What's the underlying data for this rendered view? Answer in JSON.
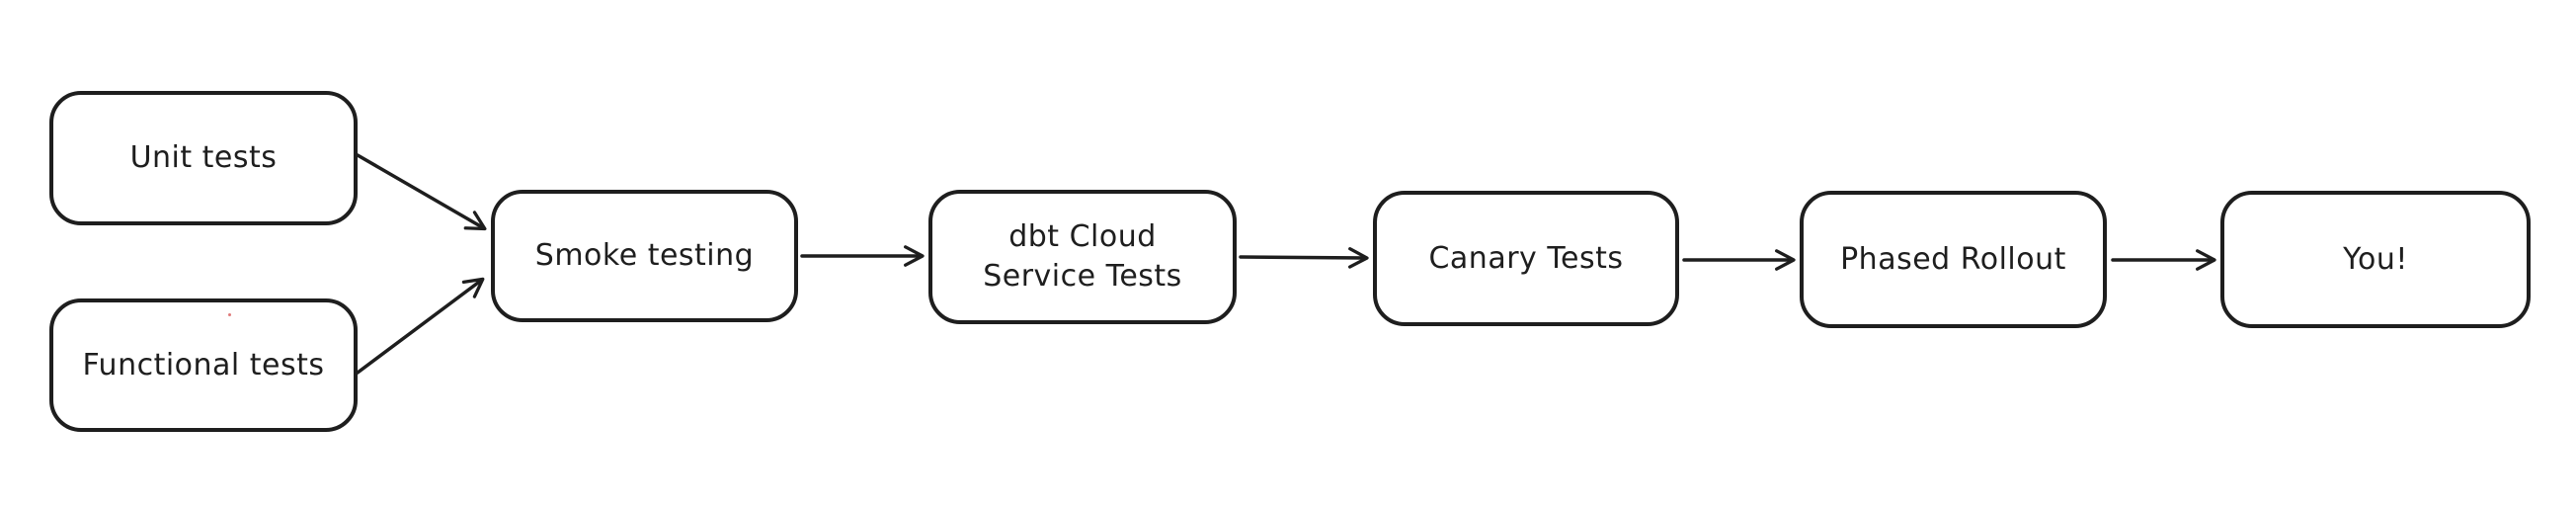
{
  "diagram": {
    "type": "flowchart",
    "background_color": "#ffffff",
    "stroke_color": "#1e1e1e",
    "nodes": [
      {
        "id": "unit-tests",
        "label": "Unit tests"
      },
      {
        "id": "functional-tests",
        "label": "Functional tests"
      },
      {
        "id": "smoke-testing",
        "label": "Smoke testing"
      },
      {
        "id": "dbt-cloud-service-tests",
        "label": "dbt Cloud\nService Tests"
      },
      {
        "id": "canary-tests",
        "label": "Canary Tests"
      },
      {
        "id": "phased-rollout",
        "label": "Phased Rollout"
      },
      {
        "id": "you",
        "label": "You!"
      }
    ],
    "edges": [
      {
        "from": "unit-tests",
        "to": "smoke-testing"
      },
      {
        "from": "functional-tests",
        "to": "smoke-testing"
      },
      {
        "from": "smoke-testing",
        "to": "dbt-cloud-service-tests"
      },
      {
        "from": "dbt-cloud-service-tests",
        "to": "canary-tests"
      },
      {
        "from": "canary-tests",
        "to": "phased-rollout"
      },
      {
        "from": "phased-rollout",
        "to": "you"
      }
    ]
  }
}
